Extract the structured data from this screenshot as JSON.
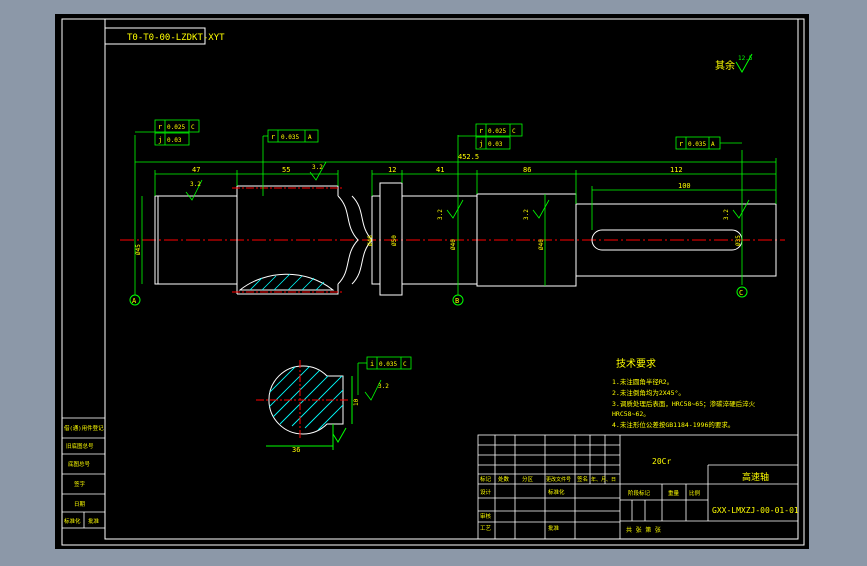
{
  "colors": {
    "frame_bg": "#8c98a8",
    "sheet": "#000000",
    "line": "#ffffff",
    "dim": "#00ff00",
    "text": "#ffff00",
    "center": "#ff0000",
    "hatch": "#00ffff"
  },
  "drawing": {
    "top_code": "T0-T0-00-LZDKT-XYT",
    "fit_note": "其余",
    "fit_roughness": "12.5",
    "tol_left_1_sym": "r",
    "tol_left_1_val": "0.025",
    "tol_left_1_ref": "C",
    "tol_left_2_sym": "j",
    "tol_left_2_val": "0.03",
    "tol_mid_sym": "r",
    "tol_mid_val": "0.035",
    "tol_mid_ref": "A",
    "tol_right_1_sym": "r",
    "tol_right_1_val": "0.025",
    "tol_right_1_ref": "C",
    "tol_right_2_sym": "j",
    "tol_right_2_val": "0.03",
    "tol_far_sym": "r",
    "tol_far_val": "0.035",
    "tol_far_ref": "A",
    "tol_sect_sym": "i",
    "tol_sect_val": "0.035",
    "tol_sect_ref": "C",
    "dim_overall": "452.5",
    "dim_47": "47",
    "dim_55": "55",
    "dim_12": "12",
    "dim_41": "41",
    "dim_86": "86",
    "dim_112": "112",
    "dim_100": "100",
    "rough_1": "3.2",
    "rough_2": "3.2",
    "rough_3": "3.2",
    "rough_4": "3.2",
    "rough_5": "3.2",
    "rough_6": "3.2",
    "dia_1": "Ø45",
    "dia_2": "Ø46",
    "dia_3": "Ø50",
    "dia_4": "Ø40",
    "dia_5": "Ø40",
    "dia_6": "Ø35",
    "datum_a": "A",
    "datum_b": "B",
    "datum_c": "C",
    "sect_dim_w": "36",
    "sect_dim_h": "10"
  },
  "notes": {
    "title": "技术要求",
    "items": [
      "1.未注圆角半径R2。",
      "2.未注倒角均为2X45°。",
      "3.调质处理后表面，HRC58~65；渗碳淬硬后淬火",
      "HRC58~62。",
      "4.未注形位公差按GB1184-1996的要求。"
    ]
  },
  "title_block": {
    "material": "20Cr",
    "part_name": "高速轴",
    "drawing_no": "GXX-LMXZJ-00-01-01",
    "row_labels": [
      "标记",
      "处数",
      "分区",
      "更改文件号",
      "签名",
      "年、月、日"
    ],
    "design": "设计",
    "standard": "标准化",
    "review": "审核",
    "process": "工艺",
    "approve": "批准",
    "stage_mark": "阶段标记",
    "weight": "重量",
    "scale": "比例",
    "sheets": "共  张  第  张"
  },
  "side_block": {
    "labels": [
      "借(通)用件登记",
      "旧底图总号",
      "底图总号",
      "签字",
      "日期"
    ],
    "bottom": [
      "标准化",
      "批准"
    ]
  }
}
